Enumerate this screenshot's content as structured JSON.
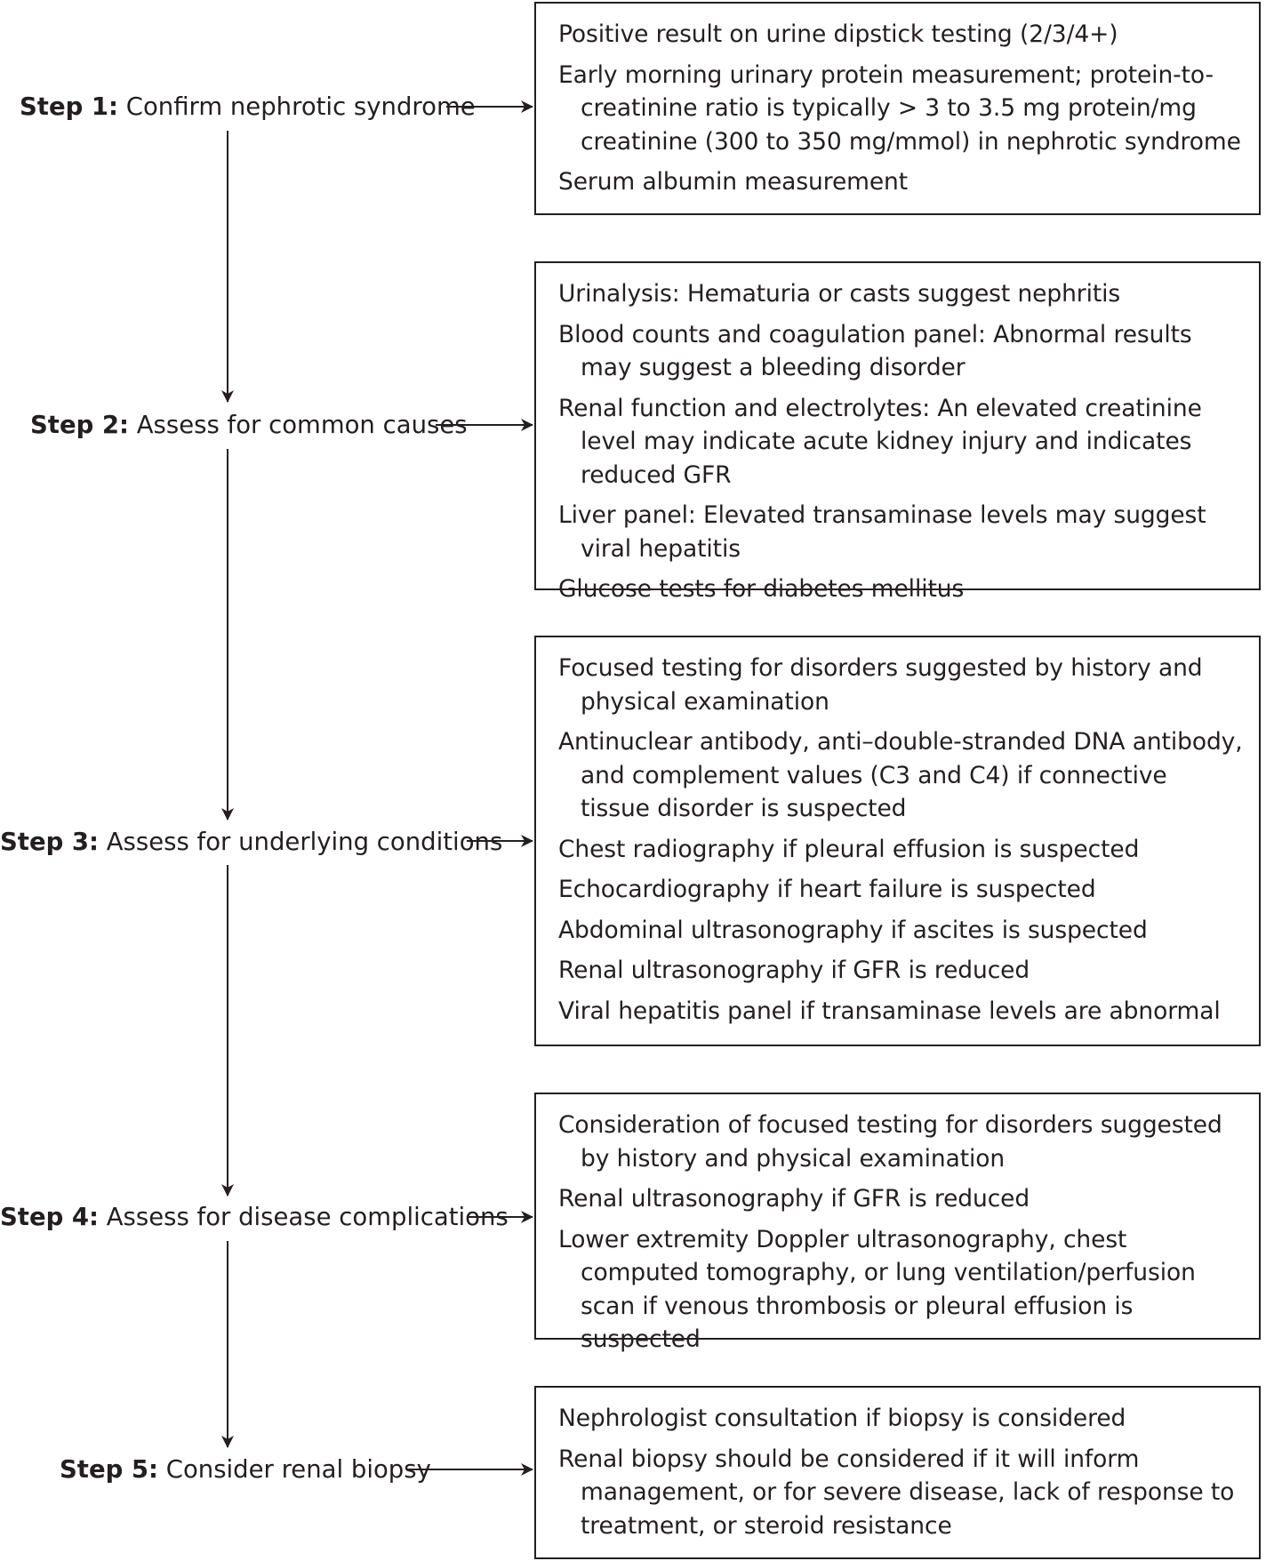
{
  "steps": [
    {
      "label_bold": "Step 1:",
      "label_text": "Confirm nephrotic syndrome",
      "items": [
        "Positive result on urine dipstick testing (2/3/4+)",
        "Early morning urinary protein measurement; protein-to-creatinine ratio is typically > 3 to 3.5 mg protein/mg creatinine (300 to 350 mg/mmol) in nephrotic syndrome",
        "Serum albumin measurement"
      ]
    },
    {
      "label_bold": "Step 2:",
      "label_text": "Assess for common causes",
      "items": [
        "Urinalysis: Hematuria or casts suggest nephritis",
        "Blood counts and coagulation panel: Abnormal results may suggest a bleeding disorder",
        "Renal function and electrolytes: An elevated creatinine level may indicate acute kidney injury and indicates reduced GFR",
        "Liver panel: Elevated transaminase levels may suggest viral hepatitis",
        "Glucose tests for diabetes mellitus"
      ]
    },
    {
      "label_bold": "Step 3:",
      "label_text": "Assess for underlying conditions",
      "items": [
        "Focused testing for disorders suggested by history and physical examination",
        "Antinuclear antibody, anti–double-stranded DNA antibody, and complement values (C3 and C4) if connective tissue disorder is suspected",
        "Chest radiography if pleural effusion is suspected",
        "Echocardiography if heart failure is suspected",
        "Abdominal ultrasonography if ascites is suspected",
        "Renal ultrasonography if GFR is reduced",
        "Viral hepatitis panel if transaminase levels are abnormal"
      ]
    },
    {
      "label_bold": "Step 4:",
      "label_text": "Assess for disease complications",
      "items": [
        "Consideration of focused testing for disorders suggested by history and physical examination",
        "Renal ultrasonography if GFR is reduced",
        "Lower extremity Doppler ultrasonography, chest computed tomography, or lung ventilation/perfusion scan if venous thrombosis or pleural effusion is suspected"
      ]
    },
    {
      "label_bold": "Step 5:",
      "label_text": "Consider renal biopsy",
      "items": [
        "Nephrologist consultation if biopsy is considered",
        "Renal biopsy should be considered if it will inform management, or for severe disease, lack of response to treatment, or steroid resistance"
      ]
    }
  ]
}
